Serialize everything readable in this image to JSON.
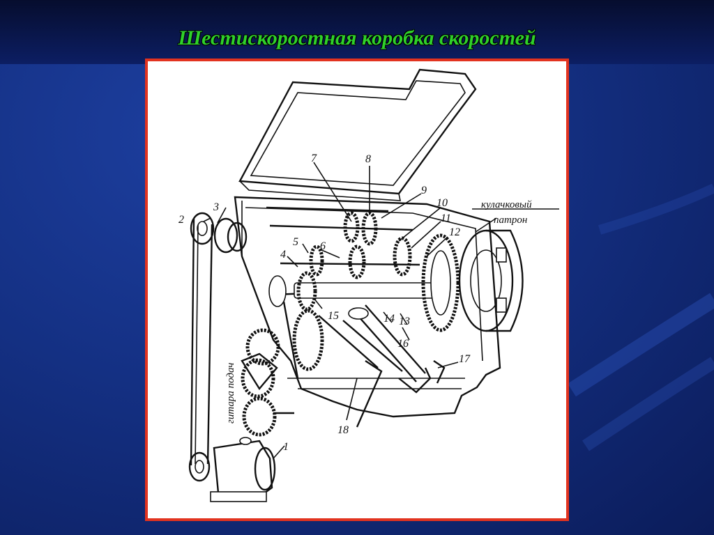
{
  "title": "Шестискоростная коробка скоростей",
  "labels": {
    "n1": "1",
    "n2": "2",
    "n3": "3",
    "n4": "4",
    "n5": "5",
    "n6": "6",
    "n7": "7",
    "n8": "8",
    "n9": "9",
    "n10": "10",
    "n11": "11",
    "n12": "12",
    "n13": "13",
    "n14": "14",
    "n15": "15",
    "n16": "16",
    "n17": "17",
    "n18": "18",
    "chuck_line1": "кулачковый",
    "chuck_line2": "патрон",
    "feed_gear": "гитара подач"
  },
  "colors": {
    "title": "#2fd12a",
    "frame_border": "#e2331f",
    "background": "#143083"
  }
}
